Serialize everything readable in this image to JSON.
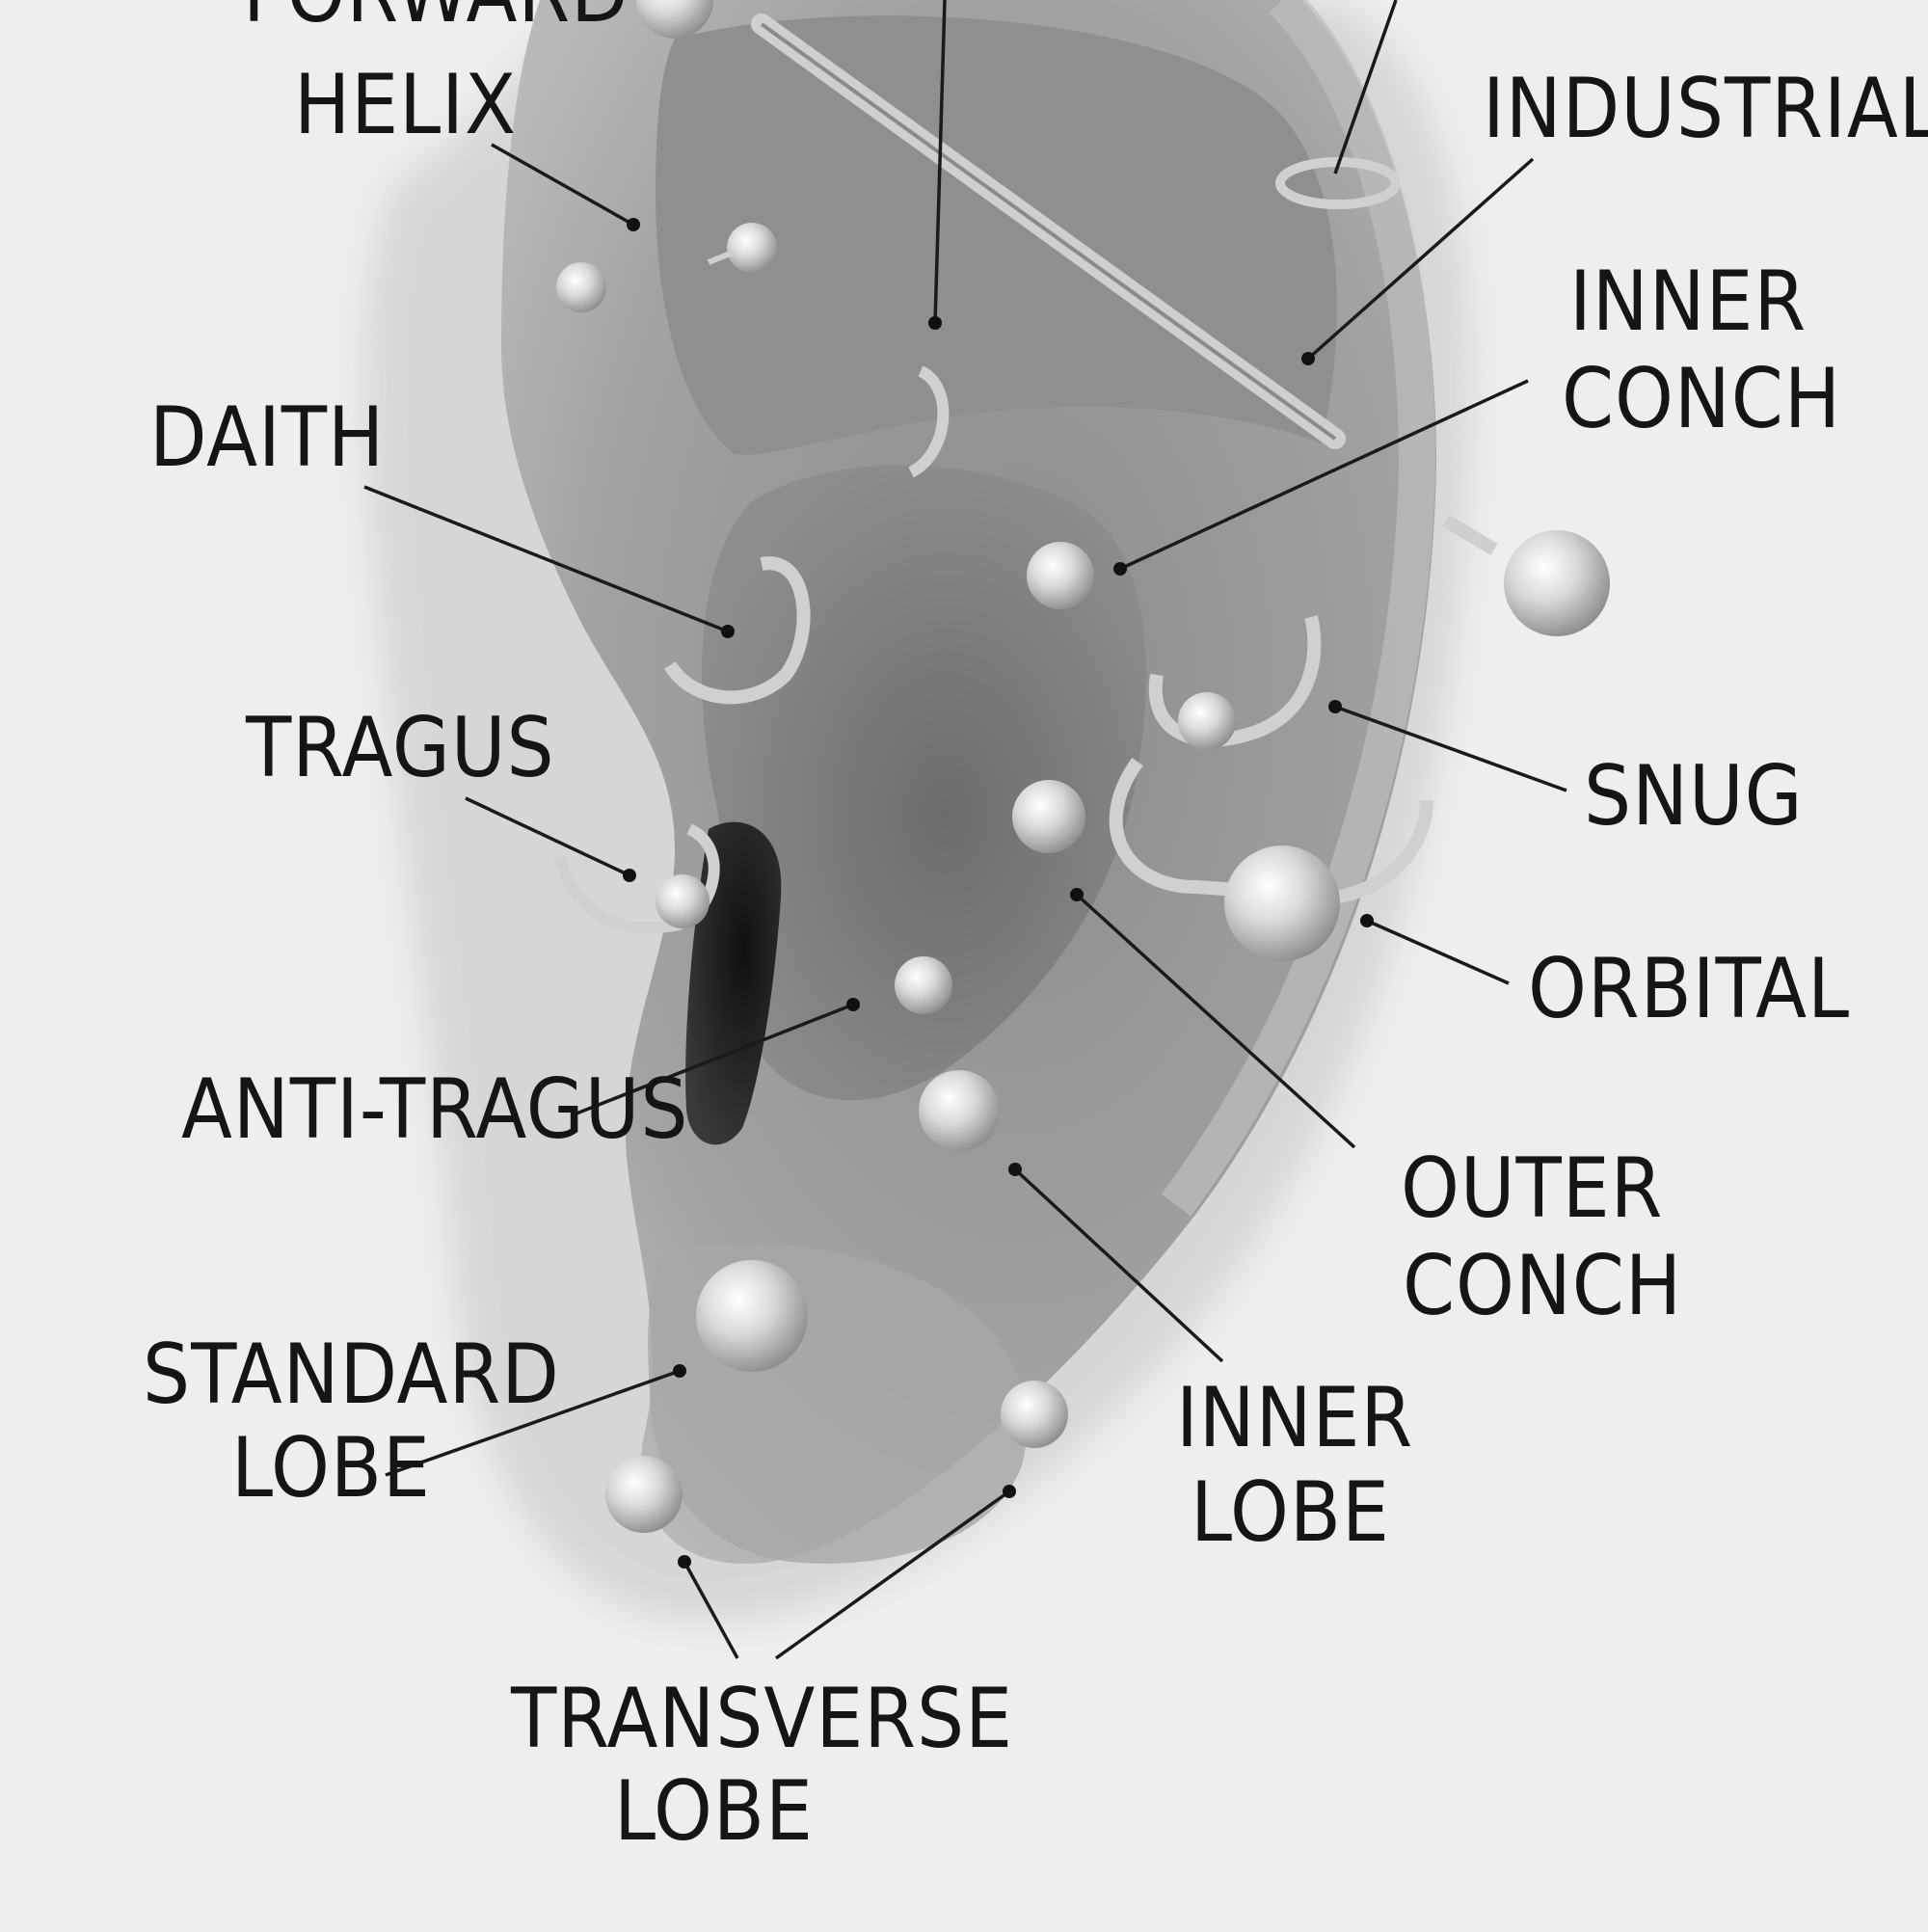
{
  "labels": {
    "forward_helix": "FORWARD HELIX",
    "forward_helix_l1": "FORWARD",
    "forward_helix_l2": "HELIX",
    "industrial": "INDUSTRIAL",
    "inner_conch": "INNER CONCH",
    "inner_conch_l1": "INNER",
    "inner_conch_l2": "CONCH",
    "daith": "DAITH",
    "tragus": "TRAGUS",
    "snug": "SNUG",
    "orbital": "ORBITAL",
    "anti_tragus": "ANTI-TRAGUS",
    "outer_conch": "OUTER CONCH",
    "outer_conch_l1": "OUTER",
    "outer_conch_l2": "CONCH",
    "standard_lobe": "STANDARD LOBE",
    "standard_lobe_l1": "STANDARD",
    "standard_lobe_l2": "LOBE",
    "inner_lobe": "INNER LOBE",
    "inner_lobe_l1": "INNER",
    "inner_lobe_l2": "LOBE",
    "transverse_lobe": "TRANSVERSE LOBE",
    "transverse_lobe_l1": "TRANSVERSE",
    "transverse_lobe_l2": "LOBE"
  },
  "colors": {
    "paper": "#eeeeee",
    "skin": "#9d9d9d",
    "ink": "#151515",
    "metal": "#d6d6d6"
  },
  "icons": [
    "ear-illustration",
    "barbell-stud-icon",
    "hoop-ring-icon",
    "industrial-bar-icon"
  ]
}
